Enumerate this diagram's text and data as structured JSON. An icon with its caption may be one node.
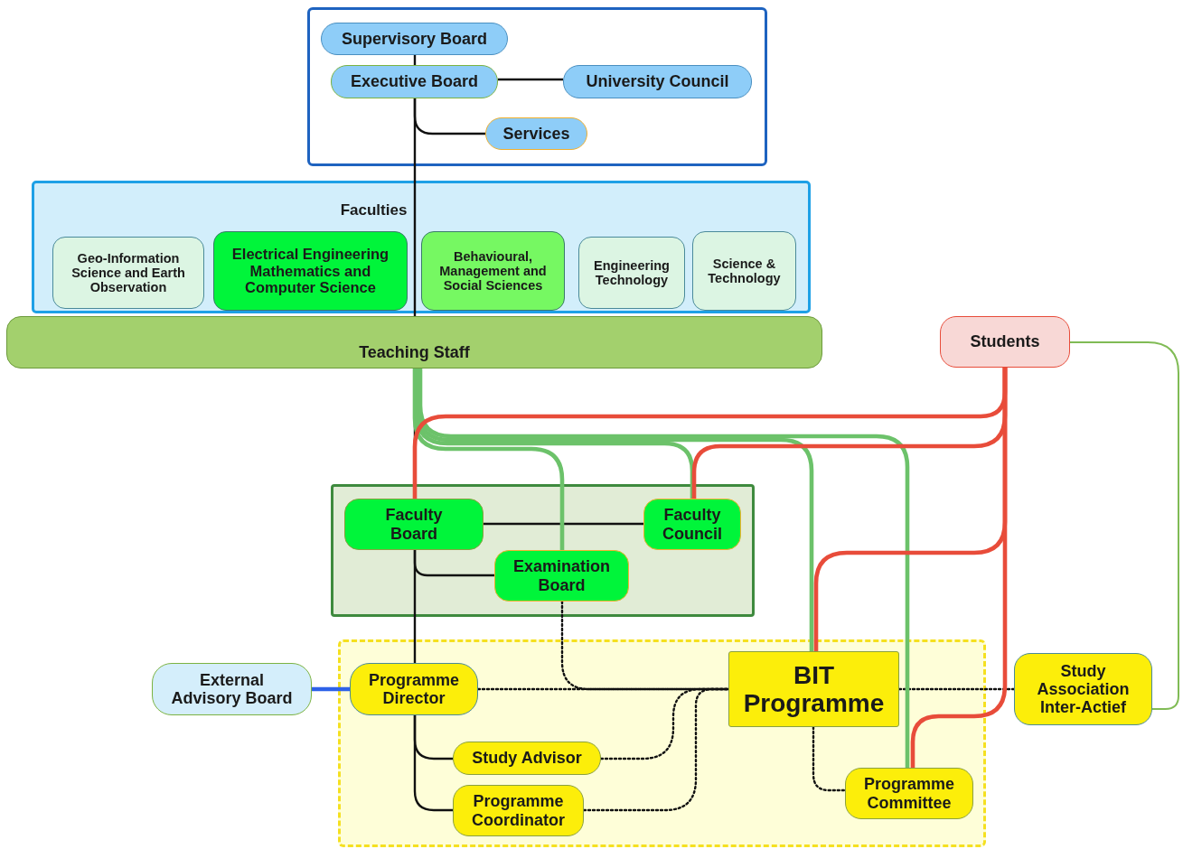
{
  "diagram": {
    "nodes": [
      {
        "text": [],
        "shape": "box"
      },
      {
        "text": [
          "Supervisory Board"
        ],
        "in": 0
      },
      {
        "text": [
          "Executive Board"
        ],
        "in": 0
      },
      {
        "text": [
          "University Council"
        ],
        "in": 0
      },
      {
        "text": [
          "Services"
        ],
        "in": 0
      },
      {
        "text": [
          "Faculties"
        ]
      },
      {
        "text": [
          "Geo-Information Science and Earth Observation"
        ],
        "in": 5
      },
      {
        "text": [
          "Electrical Engineering Mathematics and Computer Science"
        ],
        "in": 5
      },
      {
        "text": [
          "Behavioural, Management and Social Sciences"
        ],
        "in": 5
      },
      {
        "text": [
          "Engineering Technology"
        ],
        "in": 5
      },
      {
        "text": [
          "Science & Technology"
        ],
        "in": 5
      },
      {
        "text": [
          "Teaching Staff"
        ]
      },
      {
        "text": [
          "Students"
        ]
      },
      {
        "text": [],
        "shape": "box"
      },
      {
        "text": [
          "Faculty Board"
        ],
        "in": 13
      },
      {
        "text": [
          "Faculty Council"
        ],
        "in": 13
      },
      {
        "text": [
          "Examination Board"
        ],
        "in": 13
      },
      {
        "text": [],
        "shape": "box"
      },
      {
        "text": [
          "External Advisory Board"
        ]
      },
      {
        "text": [
          "Programme Director"
        ],
        "in": 17
      },
      {
        "text": [
          "BIT Programme"
        ],
        "in": 17
      },
      {
        "text": [
          "Study Advisor"
        ],
        "in": 17
      },
      {
        "text": [
          "Programme Coordinator"
        ],
        "in": 17
      },
      {
        "text": [
          "Programme Committee"
        ],
        "in": 17
      },
      {
        "text": [
          "Study Association Inter-Actief"
        ]
      }
    ],
    "edges": [
      {
        "from": 1,
        "to": 2,
        "arrow": "none"
      },
      {
        "from": 2,
        "to": 3,
        "arrow": "none"
      },
      {
        "from": 2,
        "to": 4,
        "arrow": "none"
      },
      {
        "from": 2,
        "to": 11,
        "arrow": "none"
      },
      {
        "from": 11,
        "to": 14,
        "arrow": "none"
      },
      {
        "from": 14,
        "to": 15,
        "arrow": "none"
      },
      {
        "from": 14,
        "to": 16,
        "arrow": "none"
      },
      {
        "from": 14,
        "to": 19,
        "arrow": "none"
      },
      {
        "from": 19,
        "to": 21,
        "arrow": "none"
      },
      {
        "from": 19,
        "to": 22,
        "arrow": "none"
      },
      {
        "from": 18,
        "to": 19,
        "arrow": "none",
        "style": "thick",
        "color": "#2e62e8"
      },
      {
        "from": 16,
        "to": 20,
        "arrow": "none",
        "style": "dashed"
      },
      {
        "from": 19,
        "to": 20,
        "arrow": "none",
        "style": "dashed"
      },
      {
        "from": 20,
        "to": 24,
        "arrow": "none",
        "style": "dashed"
      },
      {
        "from": 21,
        "to": 20,
        "arrow": "none",
        "style": "dashed"
      },
      {
        "from": 22,
        "to": 20,
        "arrow": "none",
        "style": "dashed"
      },
      {
        "from": 20,
        "to": 23,
        "arrow": "none",
        "style": "dashed"
      },
      {
        "from": 11,
        "to": 16,
        "arrow": "none",
        "style": "thick",
        "color": "#6cc26a"
      },
      {
        "from": 11,
        "to": 15,
        "arrow": "none",
        "style": "thick",
        "color": "#6cc26a"
      },
      {
        "from": 11,
        "to": 20,
        "arrow": "none",
        "style": "thick",
        "color": "#6cc26a"
      },
      {
        "from": 11,
        "to": 23,
        "arrow": "none",
        "style": "thick",
        "color": "#6cc26a"
      },
      {
        "from": 12,
        "to": 14,
        "arrow": "none",
        "style": "thick",
        "color": "#e84c3a"
      },
      {
        "from": 12,
        "to": 15,
        "arrow": "none",
        "style": "thick",
        "color": "#e84c3a"
      },
      {
        "from": 12,
        "to": 20,
        "arrow": "none",
        "style": "thick",
        "color": "#e84c3a"
      },
      {
        "from": 12,
        "to": 23,
        "arrow": "none",
        "style": "thick",
        "color": "#e84c3a"
      },
      {
        "from": 12,
        "to": 24,
        "arrow": "none",
        "color": "#80bb55"
      }
    ]
  }
}
